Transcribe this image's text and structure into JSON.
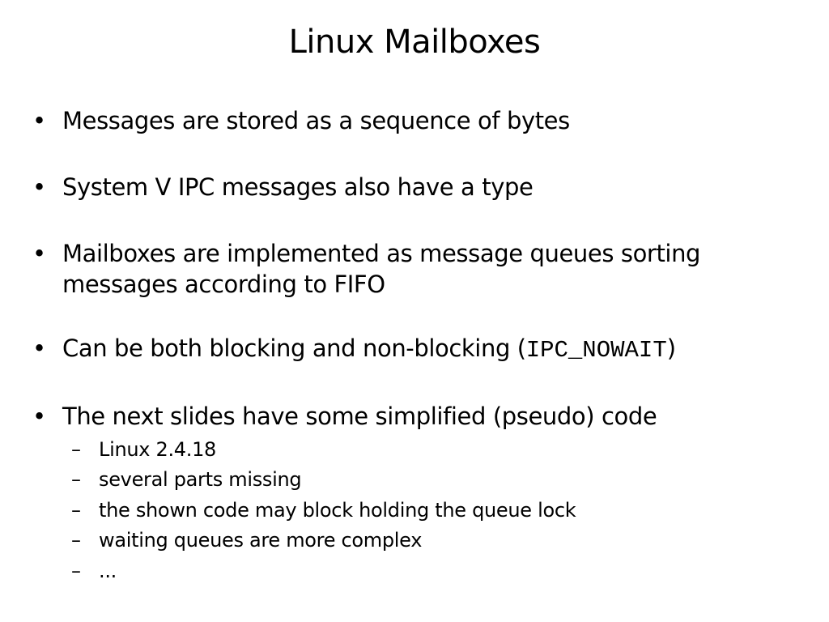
{
  "slide": {
    "title": "Linux Mailboxes",
    "bullet_symbol": "•",
    "sub_bullet_symbol": "–",
    "bullets": [
      {
        "text": "Messages are stored as a sequence of bytes"
      },
      {
        "text": "System V IPC messages also have a type"
      },
      {
        "line1": "Mailboxes are implemented as message queues sorting",
        "line2": "messages according to FIFO"
      },
      {
        "prefix": "Can be both blocking and non-blocking (",
        "code": "IPC_NOWAIT",
        "suffix": ")"
      },
      {
        "text": "The next slides have some simplified (pseudo) code"
      }
    ],
    "sub_bullets": [
      "Linux 2.4.18",
      "several parts missing",
      "the shown code may block holding the queue lock",
      "waiting queues are more complex",
      "..."
    ]
  }
}
